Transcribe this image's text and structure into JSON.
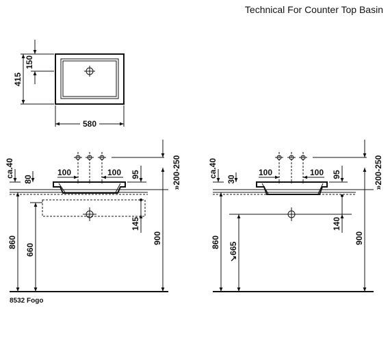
{
  "title": "Technical For Counter Top Basin",
  "model": "8532 Fogo",
  "plan_view": {
    "height_dim": "415",
    "inner_dim": "150",
    "width_dim": "580"
  },
  "left_view": {
    "ca": "ca.40",
    "dim_80": "80",
    "left_100": "100",
    "right_100": "100",
    "dim_95": "95",
    "range": "»200-250",
    "dim_145": "145",
    "dim_860": "860",
    "dim_660": "660",
    "dim_900": "900"
  },
  "right_view": {
    "ca": "ca.40",
    "dim_30": "30",
    "left_100": "100",
    "right_100": "100",
    "dim_95": "95",
    "range": "»200-250",
    "dim_140": "140",
    "dim_860": "860",
    "dim_665": "↘665",
    "dim_900": "900"
  }
}
